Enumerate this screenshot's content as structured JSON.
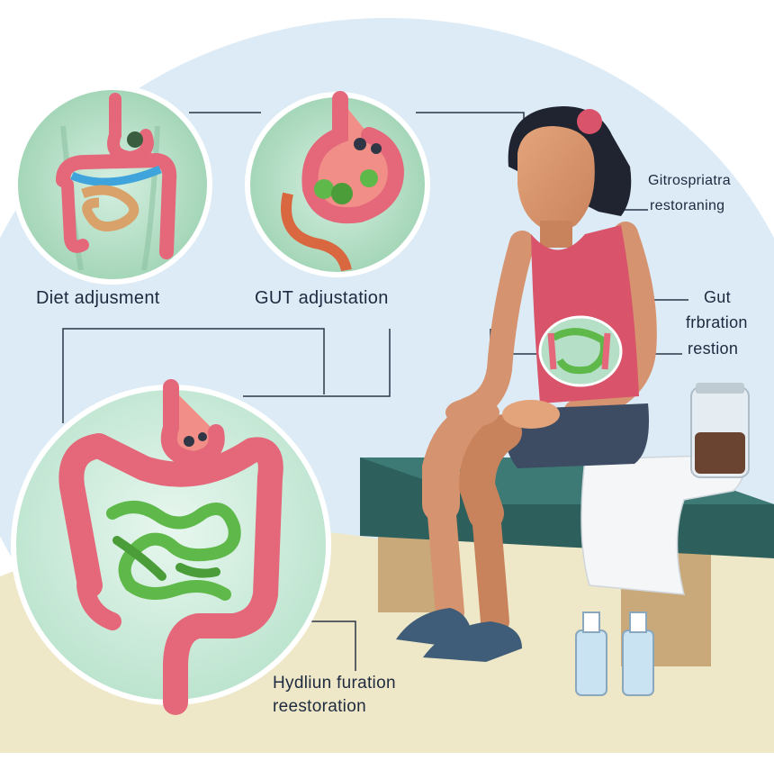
{
  "labels": {
    "diet_adjustment": "Diet adjusment",
    "gut_adjustation": "GUT adjustation",
    "gitrospriatra": "Gitrospriatra",
    "restoraning": "restoraning",
    "gut": "Gut",
    "frbration": "frbration",
    "restion": "restion",
    "hydliun_furation": "Hydliun furation",
    "reestoration": "reestoration"
  },
  "colors": {
    "background_blob": "#dcebf6",
    "floor": "#efe8c8",
    "intestine_pink": "#e4677a",
    "small_intestine_green": "#5fb84a",
    "tank_top": "#d9536a",
    "shorts": "#3d4c63",
    "bench": "#2d5f5c",
    "towel": "#f4f6f8",
    "text": "#1d2a3f"
  },
  "icons": [
    "stomach-intestine-icon",
    "stomach-bacteria-icon",
    "colon-large-icon",
    "jar-icon",
    "water-bottle-icon"
  ]
}
